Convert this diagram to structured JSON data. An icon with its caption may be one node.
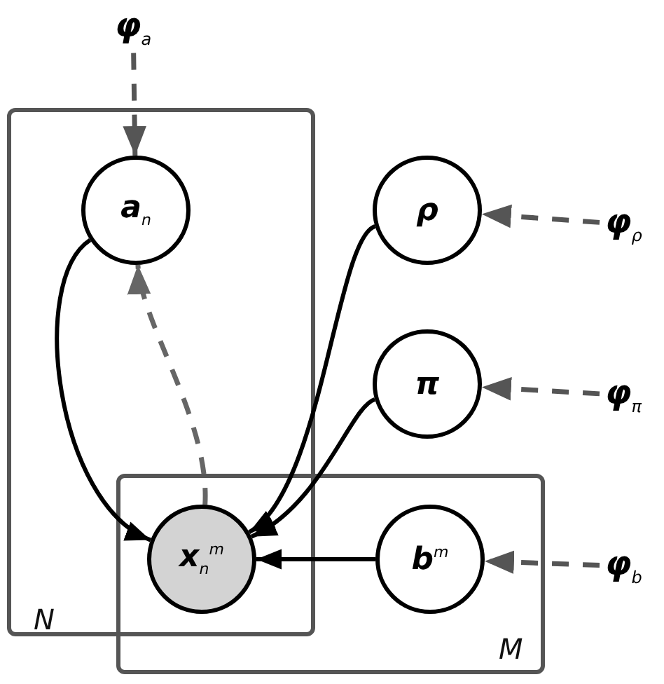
{
  "diagram": {
    "nodes": [
      {
        "text": [
          "N"
        ]
      },
      {
        "text": [
          "φ$_{a}$"
        ]
      },
      {
        "text": [
          "a$_{n}$"
        ],
        "in": 0
      },
      {
        "text": [
          "ρ"
        ]
      },
      {
        "text": [
          "φ$_{ρ}$"
        ]
      },
      {
        "text": [
          "π"
        ]
      },
      {
        "text": [
          "φ$_{π}$"
        ]
      },
      {
        "text": [
          "M"
        ]
      },
      {
        "text": [
          "x$_{n}$$^{m}$"
        ]
      },
      {
        "text": [
          "b$^{m}$"
        ],
        "in": 7
      },
      {
        "text": [
          "φ$_{b}$"
        ]
      }
    ],
    "edges": [
      {
        "from": 1,
        "to": 2,
        "arrow": "to",
        "style": "dashed",
        "color": "#555555"
      },
      {
        "from": 4,
        "to": 3,
        "arrow": "to",
        "style": "dashed",
        "color": "#555555"
      },
      {
        "from": 6,
        "to": 5,
        "arrow": "to",
        "style": "dashed",
        "color": "#555555"
      },
      {
        "from": 10,
        "to": 9,
        "arrow": "to",
        "style": "dashed",
        "color": "#555555"
      },
      {
        "from": 8,
        "to": 2,
        "arrow": "to",
        "style": "dashed",
        "color": "#666666"
      },
      {
        "from": 2,
        "to": 8,
        "arrow": "to"
      },
      {
        "from": 3,
        "to": 8,
        "arrow": "to"
      },
      {
        "from": 5,
        "to": 8,
        "arrow": "to"
      },
      {
        "from": 9,
        "to": 8,
        "arrow": "to"
      }
    ]
  }
}
